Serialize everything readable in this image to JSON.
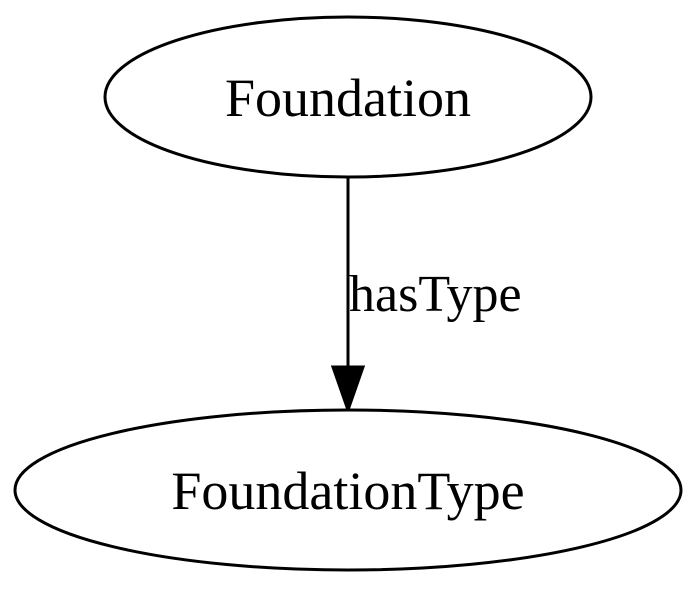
{
  "diagram": {
    "nodes": [
      {
        "id": "foundation",
        "label": "Foundation"
      },
      {
        "id": "foundation_type",
        "label": "FoundationType"
      }
    ],
    "edges": [
      {
        "from": "foundation",
        "to": "foundation_type",
        "label": "hasType"
      }
    ]
  }
}
